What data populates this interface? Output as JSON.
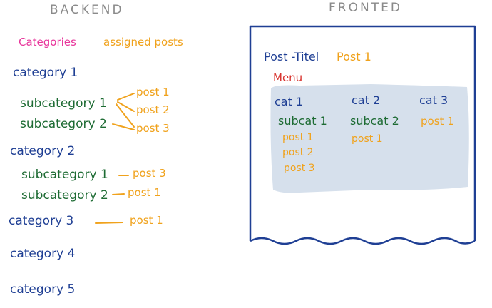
{
  "backend": {
    "header": "BACKEND",
    "col_categories": "Categories",
    "col_posts": "assigned posts",
    "categories": [
      {
        "label": "category 1"
      },
      {
        "label": "category 2"
      },
      {
        "label": "category 3"
      },
      {
        "label": "category 4"
      },
      {
        "label": "category 5"
      }
    ],
    "subcategories": [
      {
        "label": "subcategory 1"
      },
      {
        "label": "subcategory 2"
      },
      {
        "label": "subcategory 1"
      },
      {
        "label": "subcategory 2"
      }
    ],
    "posts": [
      {
        "label": "post 1"
      },
      {
        "label": "post 2"
      },
      {
        "label": "post 3"
      },
      {
        "label": "post 3"
      },
      {
        "label": "post 1"
      },
      {
        "label": "post 1"
      }
    ]
  },
  "frontend": {
    "header": "FRONTED",
    "post_title": "Post -Titel",
    "post_name": "Post 1",
    "menu_label": "Menu",
    "menu": {
      "cats": [
        "cat 1",
        "cat 2",
        "cat 3"
      ],
      "subcats": [
        "subcat 1",
        "subcat 2"
      ],
      "cat1_posts": [
        "post 1",
        "post 2",
        "post 3"
      ],
      "cat2_posts": [
        "post 1"
      ],
      "cat3_posts": [
        "post 1"
      ]
    }
  },
  "colors": {
    "category": "#1f3f94",
    "subcategory": "#1d6b33",
    "post": "#f0a21c",
    "heading_categories": "#e8359b",
    "menu_label": "#d8312c",
    "menu_background": "#d6e0ec",
    "frame": "#1f3f94"
  }
}
